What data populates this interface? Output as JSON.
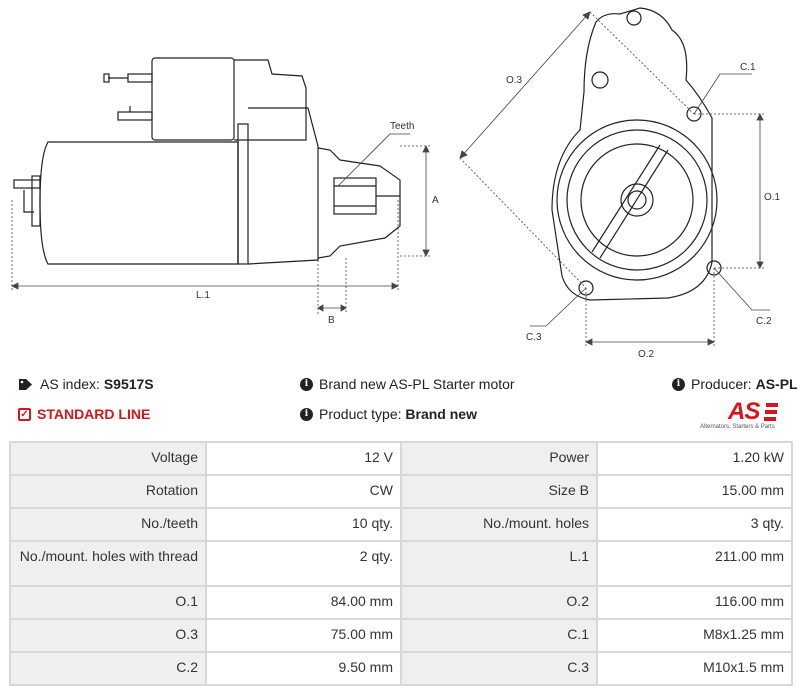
{
  "drawing": {
    "labels": {
      "teeth": "Teeth",
      "a": "A",
      "l1": "L.1",
      "b": "B",
      "o3": "O.3",
      "c1": "C.1",
      "o1": "O.1",
      "c2": "C.2",
      "c3": "C.3",
      "o2": "O.2"
    }
  },
  "info": {
    "as_index_label": "AS index:",
    "as_index_value": "S9517S",
    "brand_new_text": "Brand new AS-PL Starter motor",
    "producer_label": "Producer:",
    "producer_value": "AS-PL",
    "standard_line": "STANDARD LINE",
    "product_type_label": "Product type:",
    "product_type_value": "Brand new"
  },
  "logo": {
    "brand": "AS",
    "tagline": "Alternators, Starters & Parts"
  },
  "icons": {
    "tag": "tag-icon",
    "info": "info-circle-icon",
    "check": "check-square-icon"
  },
  "colors": {
    "accent_red": "#d9151c",
    "label_bg": "#efefef",
    "border": "#d8d8d8"
  },
  "specs": [
    {
      "l1": "Voltage",
      "v1": "12 V",
      "l2": "Power",
      "v2": "1.20 kW"
    },
    {
      "l1": "Rotation",
      "v1": "CW",
      "l2": "Size B",
      "v2": "15.00 mm"
    },
    {
      "l1": "No./teeth",
      "v1": "10 qty.",
      "l2": "No./mount. holes",
      "v2": "3 qty."
    },
    {
      "l1": "No./mount. holes with thread",
      "v1": "2 qty.",
      "l2": "L.1",
      "v2": "211.00 mm"
    },
    {
      "l1": "O.1",
      "v1": "84.00 mm",
      "l2": "O.2",
      "v2": "116.00 mm"
    },
    {
      "l1": "O.3",
      "v1": "75.00 mm",
      "l2": "C.1",
      "v2": "M8x1.25 mm"
    },
    {
      "l1": "C.2",
      "v1": "9.50 mm",
      "l2": "C.3",
      "v2": "M10x1.5 mm"
    }
  ]
}
